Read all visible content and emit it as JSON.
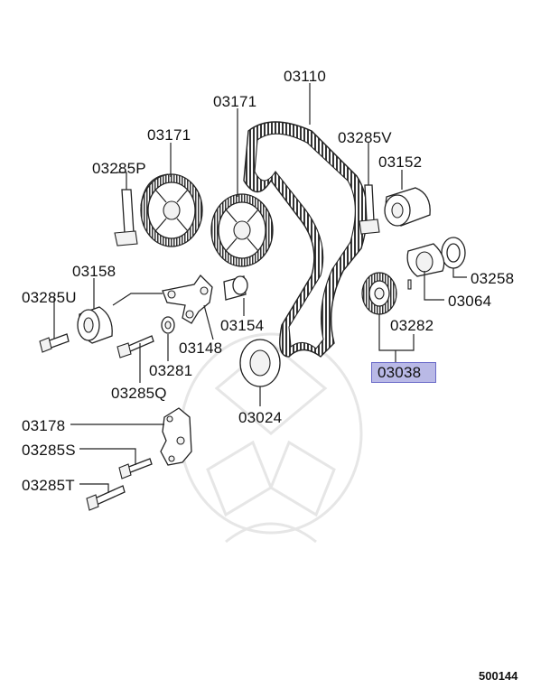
{
  "labels": {
    "p03110": "03110",
    "p03171a": "03171",
    "p03171b": "03171",
    "p03285V": "03285V",
    "p03152": "03152",
    "p03285P": "03285P",
    "p03258": "03258",
    "p03064": "03064",
    "p03158": "03158",
    "p03285U": "03285U",
    "p03154": "03154",
    "p03148": "03148",
    "p03281": "03281",
    "p03285Q": "03285Q",
    "p03282": "03282",
    "p03038": "03038",
    "p03024": "03024",
    "p03178": "03178",
    "p03285S": "03285S",
    "p03285T": "03285T"
  },
  "footer": {
    "diagram_number": "500144"
  },
  "colors": {
    "highlight_fill": "#b9b9e6",
    "highlight_border": "#6a6ac8",
    "line": "#222222",
    "watermark": "#e6e6e6"
  }
}
